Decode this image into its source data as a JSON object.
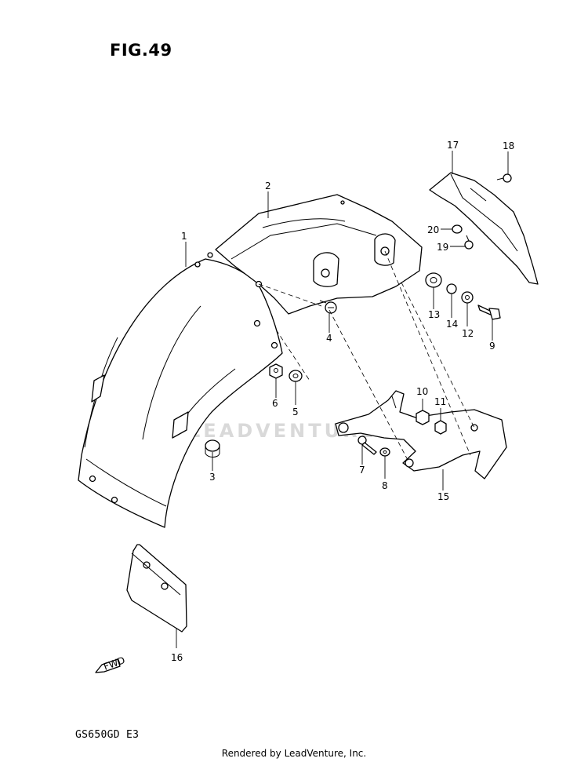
{
  "figure_title": "FIG.49",
  "model_code": "GS650GD  E3",
  "footer_text": "Rendered by LeadVenture, Inc.",
  "watermark_text": "LEADVENTURE",
  "fwd_label": "FWD",
  "callouts": [
    "1",
    "2",
    "3",
    "4",
    "5",
    "6",
    "7",
    "8",
    "9",
    "10",
    "11",
    "12",
    "13",
    "14",
    "15",
    "16",
    "17",
    "18",
    "19",
    "20"
  ],
  "colors": {
    "ink": "#000000",
    "paper": "#ffffff",
    "watermark": "#d9d9d9"
  }
}
